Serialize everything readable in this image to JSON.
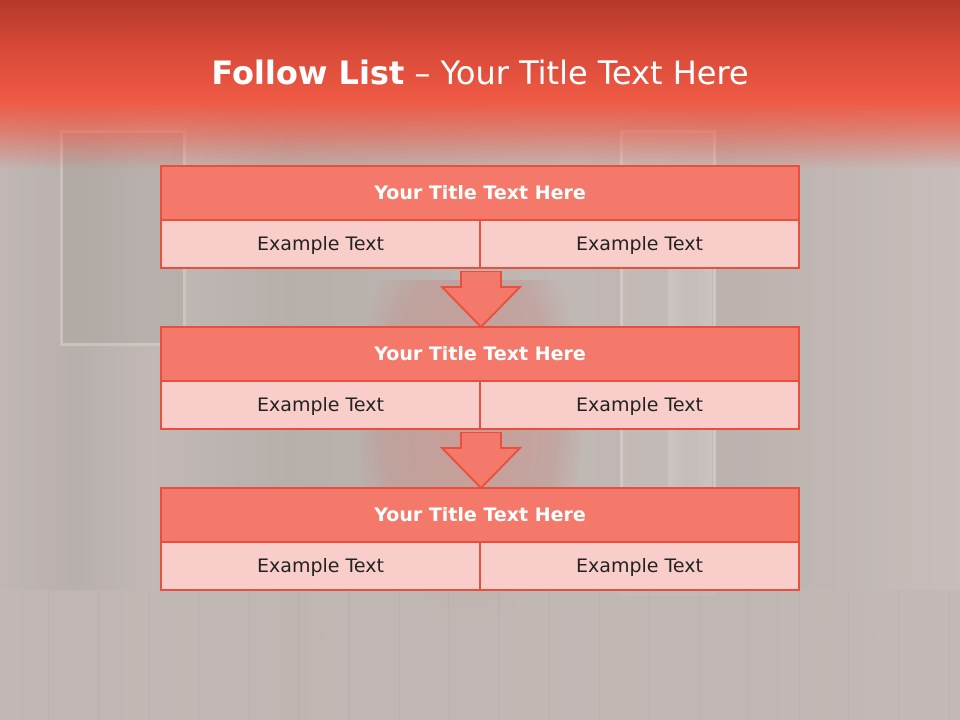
{
  "slide": {
    "title_bold": "Follow List",
    "title_rest": "  – Your Title Text Here"
  },
  "blocks": [
    {
      "title": "Your Title Text Here",
      "left": "Example Text",
      "right": "Example Text"
    },
    {
      "title": "Your Title Text Here",
      "left": "Example Text",
      "right": "Example Text"
    },
    {
      "title": "Your Title Text Here",
      "left": "Example Text",
      "right": "Example Text"
    }
  ],
  "colors": {
    "accent": "#ef5a45",
    "header_fill": "#f4796a",
    "cell_fill": "#f9cdc9",
    "border": "#e8503d"
  }
}
